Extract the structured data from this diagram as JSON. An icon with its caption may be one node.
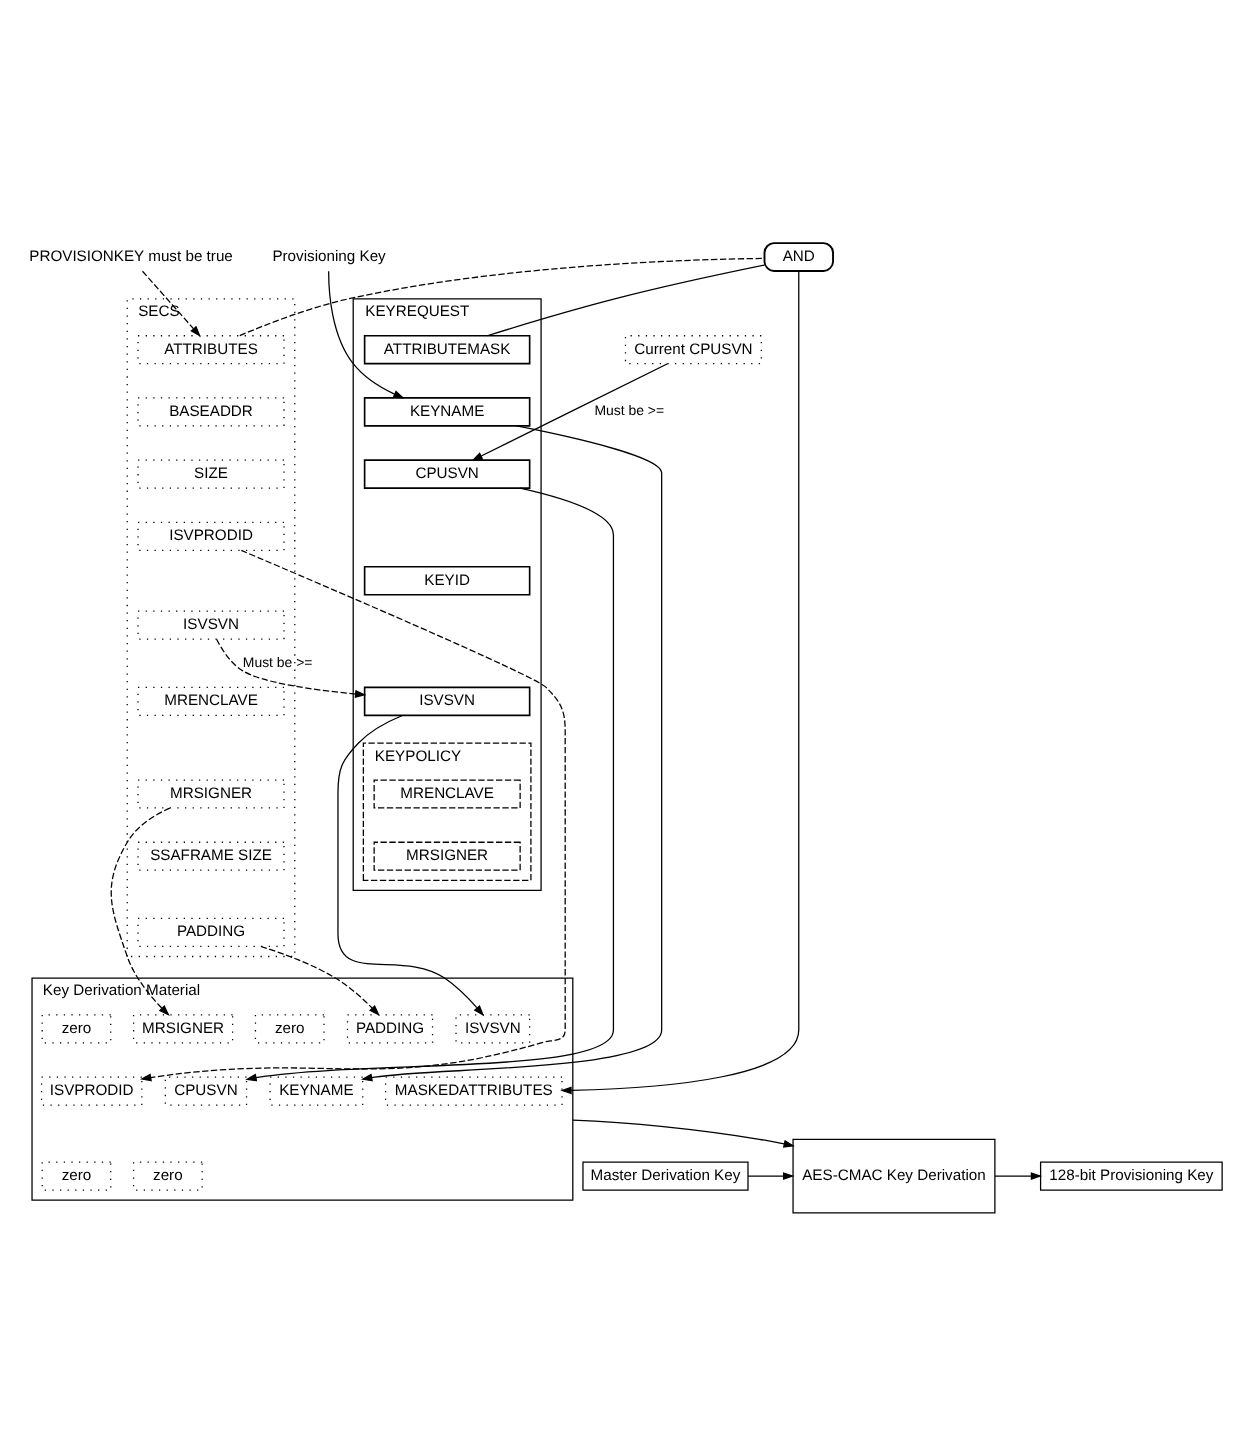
{
  "diagram": {
    "nodes": [
      {
        "text": [
          "PROVISIONKEY must be true"
        ]
      },
      {
        "text": [
          "AND"
        ]
      },
      {
        "text": [
          "Provisioning Key"
        ]
      },
      {
        "text": [
          "SECS"
        ]
      },
      {
        "text": [
          "ATTRIBUTES"
        ],
        "in": 3
      },
      {
        "text": [
          "BASEADDR"
        ],
        "in": 3
      },
      {
        "text": [
          "SIZE"
        ],
        "in": 3
      },
      {
        "text": [
          "ISVPRODID"
        ],
        "in": 3
      },
      {
        "text": [
          "ISVSVN"
        ],
        "in": 3
      },
      {
        "text": [
          "MRENCLAVE"
        ],
        "in": 3
      },
      {
        "text": [
          "MRSIGNER"
        ],
        "in": 3
      },
      {
        "text": [
          "SSAFRAME SIZE"
        ],
        "in": 3
      },
      {
        "text": [
          "PADDING"
        ],
        "in": 3
      },
      {
        "text": [
          "Current CPUSVN"
        ]
      },
      {
        "text": [
          "KEYREQUEST"
        ]
      },
      {
        "text": [
          "ATTRIBUTEMASK"
        ],
        "in": 14
      },
      {
        "text": [
          "KEYNAME"
        ],
        "in": 14
      },
      {
        "text": [
          "CPUSVN"
        ],
        "in": 14
      },
      {
        "text": [
          "KEYID"
        ],
        "in": 14
      },
      {
        "text": [
          "ISVSVN"
        ],
        "in": 14
      },
      {
        "text": [
          "KEYPOLICY"
        ],
        "in": 14
      },
      {
        "text": [
          "MRENCLAVE"
        ],
        "in": 20
      },
      {
        "text": [
          "MRSIGNER"
        ],
        "in": 20
      },
      {
        "text": [
          "Key Derivation Material"
        ]
      },
      {
        "text": [
          "PADDING"
        ],
        "in": 23
      },
      {
        "text": [
          "MRSIGNER"
        ],
        "in": 23
      },
      {
        "text": [
          "zero"
        ],
        "in": 23
      },
      {
        "text": [
          "ISVSVN"
        ],
        "in": 23
      },
      {
        "text": [
          "zero"
        ],
        "in": 23
      },
      {
        "text": [
          "ISVPRODID"
        ],
        "in": 23
      },
      {
        "text": [
          "MASKEDATTRIBUTES"
        ],
        "in": 23
      },
      {
        "text": [
          "KEYNAME"
        ],
        "in": 23
      },
      {
        "text": [
          "CPUSVN"
        ],
        "in": 23
      },
      {
        "text": [
          "zero"
        ],
        "in": 23
      },
      {
        "text": [
          "zero"
        ],
        "in": 23
      },
      {
        "text": [
          "Master Derivation Key"
        ]
      },
      {
        "text": [
          "AES-CMAC Key Derivation"
        ]
      },
      {
        "text": [
          "128-bit Provisioning Key"
        ]
      }
    ],
    "edges": [
      {
        "from": 0,
        "to": 4,
        "arrow": "to",
        "style": "dashed"
      },
      {
        "from": 4,
        "to": 1,
        "arrow": "none",
        "style": "dashed"
      },
      {
        "from": 15,
        "to": 1,
        "arrow": "none"
      },
      {
        "from": 1,
        "to": 30,
        "arrow": "to"
      },
      {
        "from": 2,
        "to": 16,
        "arrow": "to"
      },
      {
        "from": 13,
        "to": 17,
        "arrow": "to",
        "label": "Must be >="
      },
      {
        "from": 8,
        "to": 19,
        "arrow": "to",
        "label": "Must be >=",
        "style": "dashed"
      },
      {
        "from": 12,
        "to": 24,
        "arrow": "to",
        "style": "dashed"
      },
      {
        "from": 10,
        "to": 25,
        "arrow": "to",
        "style": "dashed"
      },
      {
        "from": 7,
        "to": 29,
        "arrow": "to",
        "style": "dashed"
      },
      {
        "from": 19,
        "to": 27,
        "arrow": "to"
      },
      {
        "from": 17,
        "to": 32,
        "arrow": "to"
      },
      {
        "from": 16,
        "to": 31,
        "arrow": "to"
      },
      {
        "from": 23,
        "to": 36,
        "arrow": "to"
      },
      {
        "from": 35,
        "to": 36,
        "arrow": "to"
      },
      {
        "from": 36,
        "to": 37,
        "arrow": "to"
      }
    ]
  }
}
